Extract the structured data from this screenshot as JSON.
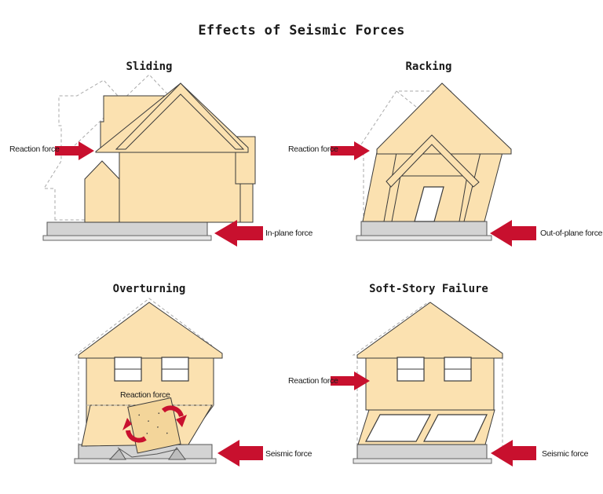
{
  "title": "Effects of Seismic Forces",
  "panels": [
    {
      "title": "Sliding",
      "labels": [
        "Reaction force",
        "In-plane force"
      ]
    },
    {
      "title": "Racking",
      "labels": [
        "Reaction force",
        "Out-of-plane force"
      ]
    },
    {
      "title": "Overturning",
      "labels": [
        "Reaction force",
        "Seismic force"
      ]
    },
    {
      "title": "Soft-Story Failure",
      "labels": [
        "Reaction force",
        "Seismic force"
      ]
    }
  ],
  "colors": {
    "wall": "#fbe1b0",
    "outline": "#3a3a3a",
    "foundation": "#cfcfcf",
    "arrow": "#c8102e",
    "ghost": "#aaaaaa"
  }
}
